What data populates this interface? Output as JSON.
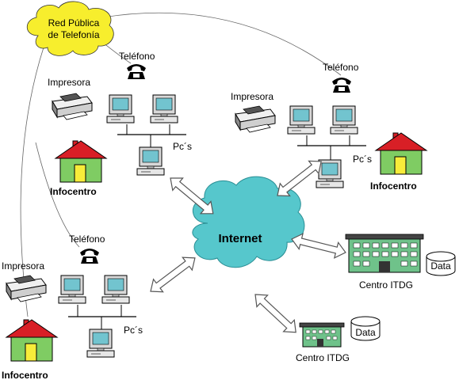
{
  "diagram": {
    "pstn": {
      "line1": "Red Pública",
      "line2": "de Telefonía"
    },
    "internet": {
      "label": "Internet"
    },
    "sites": [
      {
        "printer_label": "Impresora",
        "phone_label": "Teléfono",
        "pcs_label": "Pc´s",
        "center_label": "Infocentro"
      },
      {
        "printer_label": "Impresora",
        "phone_label": "Teléfono",
        "pcs_label": "Pc´s",
        "center_label": "Infocentro"
      },
      {
        "printer_label": "Impresora",
        "phone_label": "Teléfono",
        "pcs_label": "Pc´s",
        "center_label": "Infocentro"
      }
    ],
    "centers": [
      {
        "label": "Centro ITDG",
        "db_label": "Data"
      },
      {
        "label": "Centro ITDG",
        "db_label": "Data"
      }
    ]
  },
  "colors": {
    "cloud": "#56c7cc",
    "pstn_cloud": "#f7ee2d",
    "house_wall": "#7fcc63",
    "house_roof": "#d81f26",
    "house_door": "#f7ec3a",
    "building": "#6fc28a",
    "arrow_fill": "#ffffff",
    "monitor_screen": "#72c4cf"
  }
}
